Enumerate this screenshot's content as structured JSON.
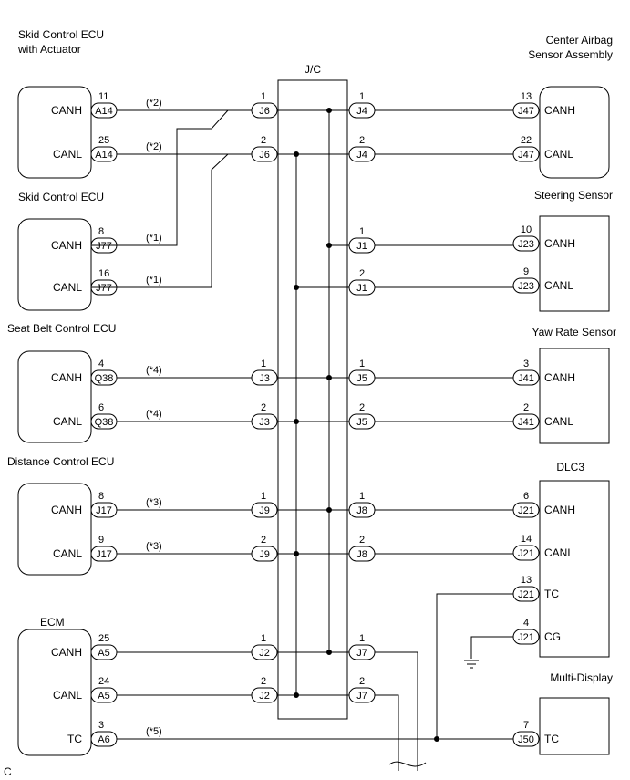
{
  "jc_label": "J/C",
  "corner_label": "C",
  "left_components": [
    {
      "title_lines": [
        "Skid Control ECU",
        "with Actuator"
      ],
      "pins": [
        {
          "signal": "CANH",
          "pin": "11",
          "conn": "A14",
          "note": "(*2)"
        },
        {
          "signal": "CANL",
          "pin": "25",
          "conn": "A14",
          "note": "(*2)"
        }
      ]
    },
    {
      "title_lines": [
        "Skid Control ECU"
      ],
      "pins": [
        {
          "signal": "CANH",
          "pin": "8",
          "conn": "J77",
          "note": "(*1)"
        },
        {
          "signal": "CANL",
          "pin": "16",
          "conn": "J77",
          "note": "(*1)"
        }
      ]
    },
    {
      "title_lines": [
        "Seat Belt Control ECU"
      ],
      "pins": [
        {
          "signal": "CANH",
          "pin": "4",
          "conn": "Q38",
          "note": "(*4)"
        },
        {
          "signal": "CANL",
          "pin": "6",
          "conn": "Q38",
          "note": "(*4)"
        }
      ]
    },
    {
      "title_lines": [
        "Distance Control ECU"
      ],
      "pins": [
        {
          "signal": "CANH",
          "pin": "8",
          "conn": "J17",
          "note": "(*3)"
        },
        {
          "signal": "CANL",
          "pin": "9",
          "conn": "J17",
          "note": "(*3)"
        }
      ]
    },
    {
      "title_lines": [
        "ECM"
      ],
      "pins": [
        {
          "signal": "CANH",
          "pin": "25",
          "conn": "A5",
          "note": ""
        },
        {
          "signal": "CANL",
          "pin": "24",
          "conn": "A5",
          "note": ""
        },
        {
          "signal": "TC",
          "pin": "3",
          "conn": "A6",
          "note": "(*5)"
        }
      ]
    }
  ],
  "right_components": [
    {
      "title_lines": [
        "Center Airbag",
        "Sensor Assembly"
      ],
      "pins": [
        {
          "signal": "CANH",
          "pin": "13",
          "conn": "J47"
        },
        {
          "signal": "CANL",
          "pin": "22",
          "conn": "J47"
        }
      ]
    },
    {
      "title_lines": [
        "Steering Sensor"
      ],
      "pins": [
        {
          "signal": "CANH",
          "pin": "10",
          "conn": "J23"
        },
        {
          "signal": "CANL",
          "pin": "9",
          "conn": "J23"
        }
      ]
    },
    {
      "title_lines": [
        "Yaw Rate Sensor"
      ],
      "pins": [
        {
          "signal": "CANH",
          "pin": "3",
          "conn": "J41"
        },
        {
          "signal": "CANL",
          "pin": "2",
          "conn": "J41"
        }
      ]
    },
    {
      "title_lines": [
        "DLC3"
      ],
      "pins": [
        {
          "signal": "CANH",
          "pin": "6",
          "conn": "J21"
        },
        {
          "signal": "CANL",
          "pin": "14",
          "conn": "J21"
        },
        {
          "signal": "TC",
          "pin": "13",
          "conn": "J21"
        },
        {
          "signal": "CG",
          "pin": "4",
          "conn": "J21"
        }
      ]
    },
    {
      "title_lines": [
        "Multi-Display"
      ],
      "pins": [
        {
          "signal": "TC",
          "pin": "7",
          "conn": "J50"
        }
      ]
    }
  ],
  "jc_left_pins": [
    {
      "pin": "1",
      "conn": "J6"
    },
    {
      "pin": "2",
      "conn": "J6"
    },
    {
      "pin": "1",
      "conn": "J3"
    },
    {
      "pin": "2",
      "conn": "J3"
    },
    {
      "pin": "1",
      "conn": "J9"
    },
    {
      "pin": "2",
      "conn": "J9"
    },
    {
      "pin": "1",
      "conn": "J2"
    },
    {
      "pin": "2",
      "conn": "J2"
    }
  ],
  "jc_right_pins": [
    {
      "pin": "1",
      "conn": "J4"
    },
    {
      "pin": "2",
      "conn": "J4"
    },
    {
      "pin": "1",
      "conn": "J1"
    },
    {
      "pin": "2",
      "conn": "J1"
    },
    {
      "pin": "1",
      "conn": "J5"
    },
    {
      "pin": "2",
      "conn": "J5"
    },
    {
      "pin": "1",
      "conn": "J8"
    },
    {
      "pin": "2",
      "conn": "J8"
    },
    {
      "pin": "1",
      "conn": "J7"
    },
    {
      "pin": "2",
      "conn": "J7"
    }
  ]
}
